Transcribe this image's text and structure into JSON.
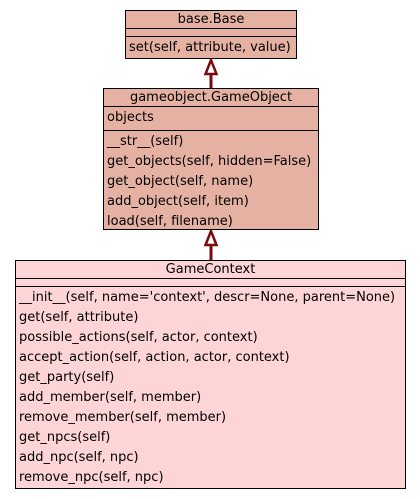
{
  "colors": {
    "base_fill": "#e5b1a3",
    "gameobject_fill": "#e5b1a3",
    "gamecontext_fill": "#fdd5d6",
    "arrow": "#7a0a0f"
  },
  "classes": {
    "base": {
      "name": "base.Base",
      "methods": [
        "set(self, attribute, value)"
      ]
    },
    "gameobject": {
      "name": "gameobject.GameObject",
      "attributes": [
        "objects"
      ],
      "methods": [
        "__str__(self)",
        "get_objects(self, hidden=False)",
        "get_object(self, name)",
        "add_object(self, item)",
        "load(self, filename)"
      ]
    },
    "gamecontext": {
      "name": "GameContext",
      "methods": [
        "__init__(self, name='context', descr=None, parent=None)",
        "get(self, attribute)",
        "possible_actions(self, actor, context)",
        "accept_action(self, action, actor, context)",
        "get_party(self)",
        "add_member(self, member)",
        "remove_member(self, member)",
        "get_npcs(self)",
        "add_npc(self, npc)",
        "remove_npc(self, npc)"
      ]
    }
  }
}
